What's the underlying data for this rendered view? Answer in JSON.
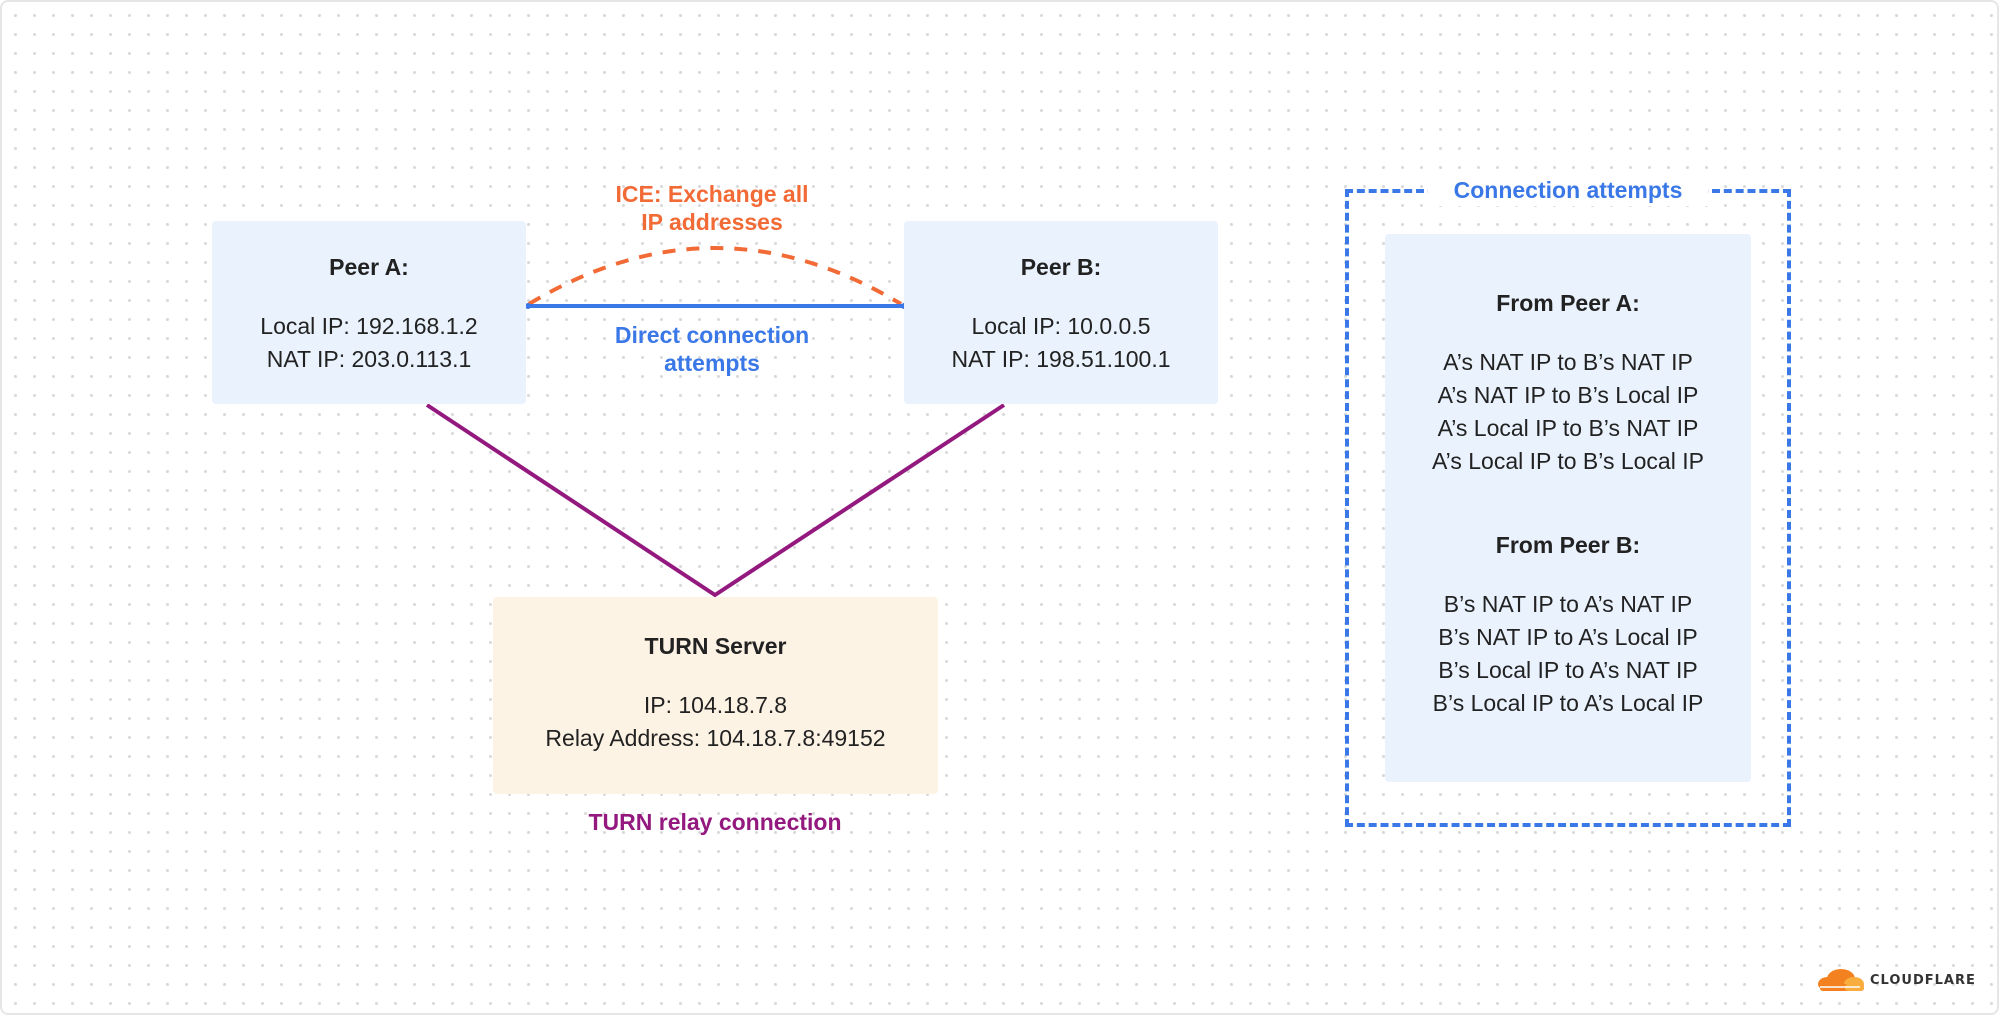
{
  "peer_a": {
    "title": "Peer A:",
    "local_ip": "Local IP: 192.168.1.2",
    "nat_ip": "NAT IP: 203.0.113.1"
  },
  "peer_b": {
    "title": "Peer B:",
    "local_ip": "Local IP: 10.0.0.5",
    "nat_ip": "NAT IP: 198.51.100.1"
  },
  "ice_label": {
    "line1": "ICE: Exchange all",
    "line2": "IP addresses"
  },
  "direct_label": {
    "line1": "Direct connection",
    "line2": "attempts"
  },
  "turn_server": {
    "title": "TURN Server",
    "ip": "IP: 104.18.7.8",
    "relay": "Relay Address: 104.18.7.8:49152"
  },
  "turn_relay_label": "TURN relay connection",
  "connection_attempts": {
    "title": "Connection attempts",
    "from_a": {
      "title": "From Peer A:",
      "items": [
        "A’s NAT IP to B’s NAT IP",
        "A’s NAT IP to B’s Local IP",
        "A’s Local IP to B’s NAT IP",
        "A’s Local IP to B’s Local IP"
      ]
    },
    "from_b": {
      "title": "From Peer B:",
      "items": [
        "B’s NAT IP to A’s NAT IP",
        "B’s NAT IP to A’s Local IP",
        "B’s Local IP to A’s NAT IP",
        "B’s Local IP to A’s Local IP"
      ]
    }
  },
  "logo": {
    "text": "CLOUDFLARE",
    "icon": "cloudflare-cloud-icon"
  },
  "colors": {
    "ice": "#f26b36",
    "direct": "#3b78e7",
    "relay": "#93197f",
    "peer_fill": "#e9f2fd",
    "turn_fill": "#fdf3e4",
    "logo_orange": "#f48120"
  }
}
